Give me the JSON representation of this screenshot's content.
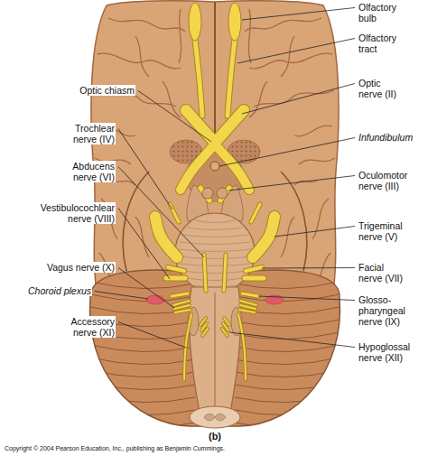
{
  "diagram": {
    "labels": [
      "Olfactory bulb",
      "Olfactory tract",
      "Optic chiasm",
      "Optic nerve (II)",
      "Trochlear nerve (IV)",
      "Infundibulum",
      "Abducens nerve (VI)",
      "Oculomotor nerve (III)",
      "Vestibulocochlear nerve (VIII)",
      "Trigeminal nerve (V)",
      "Facial nerve (VII)",
      "Vagus nerve (X)",
      "Choroid plexus",
      "Glosso- pharyngeal nerve (IX)",
      "Accessory nerve (XI)",
      "Hypoglossal nerve (XII)",
      "(b)",
      "Copyright © 2004 Pearson Education, Inc., publishing as Benjamin Cummings."
    ]
  }
}
